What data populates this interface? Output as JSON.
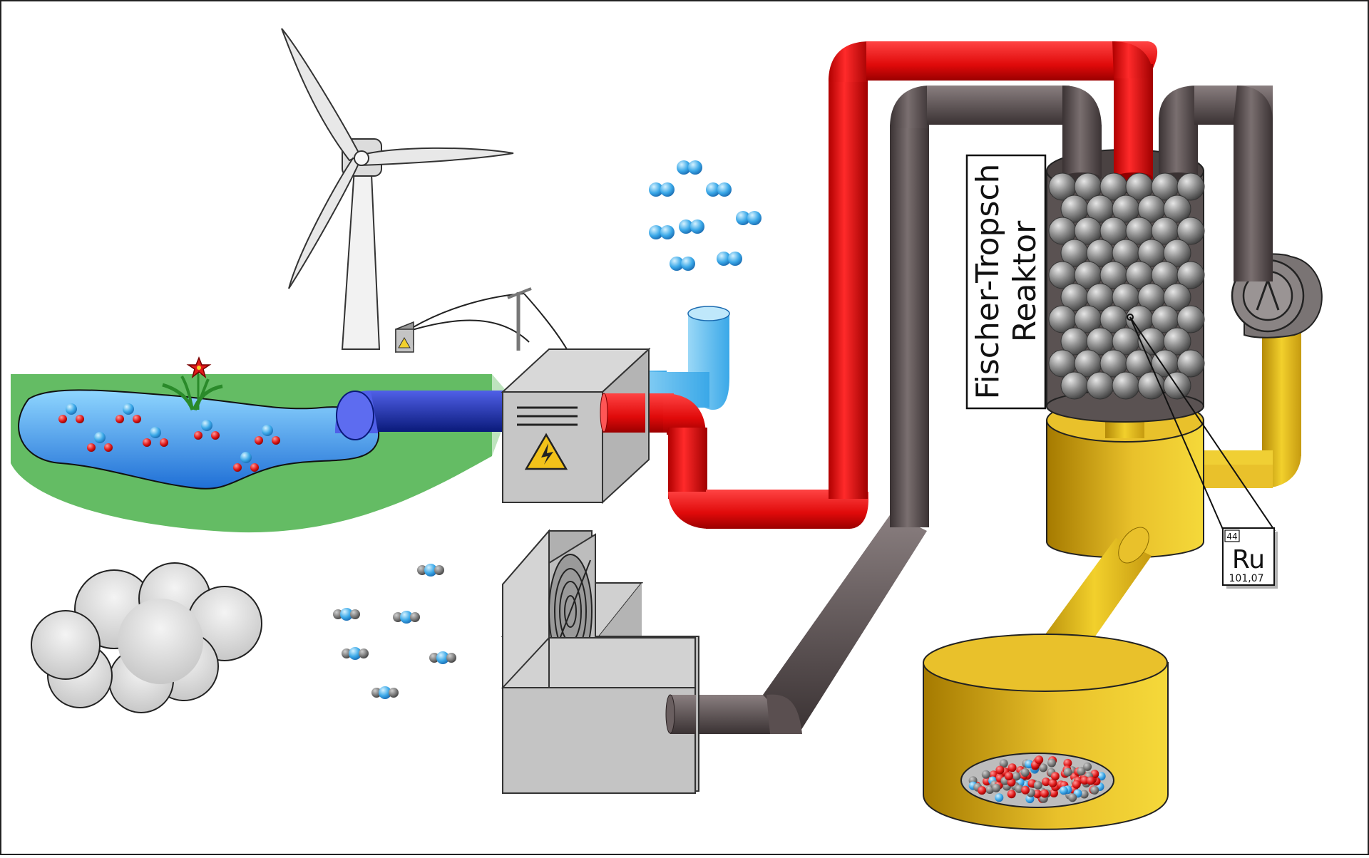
{
  "reactor": {
    "label_line1": "Fischer-Tropsch",
    "label_line2": "Reaktor"
  },
  "element_card": {
    "atomic_number": "44",
    "symbol": "Ru",
    "atomic_mass": "101,07"
  },
  "colors": {
    "water": "#3aa8e8",
    "meadow": "#5cb85c",
    "hydrogen_pipe": "#e81010",
    "water_pipe": "#2233bb",
    "gas_pipe": "#5a4f50",
    "product_pipe": "#f2d02c",
    "housing": "#c8c8c8",
    "hydrogen_atom": "#3aa8e8",
    "oxygen_atom": "#e01a1a",
    "carbon_atom": "#7a7a7a"
  },
  "icons": [
    "wind-turbine-icon",
    "cloud-icon",
    "flower-icon",
    "high-voltage-warning-icon",
    "fan-icon",
    "compressor-icon"
  ]
}
